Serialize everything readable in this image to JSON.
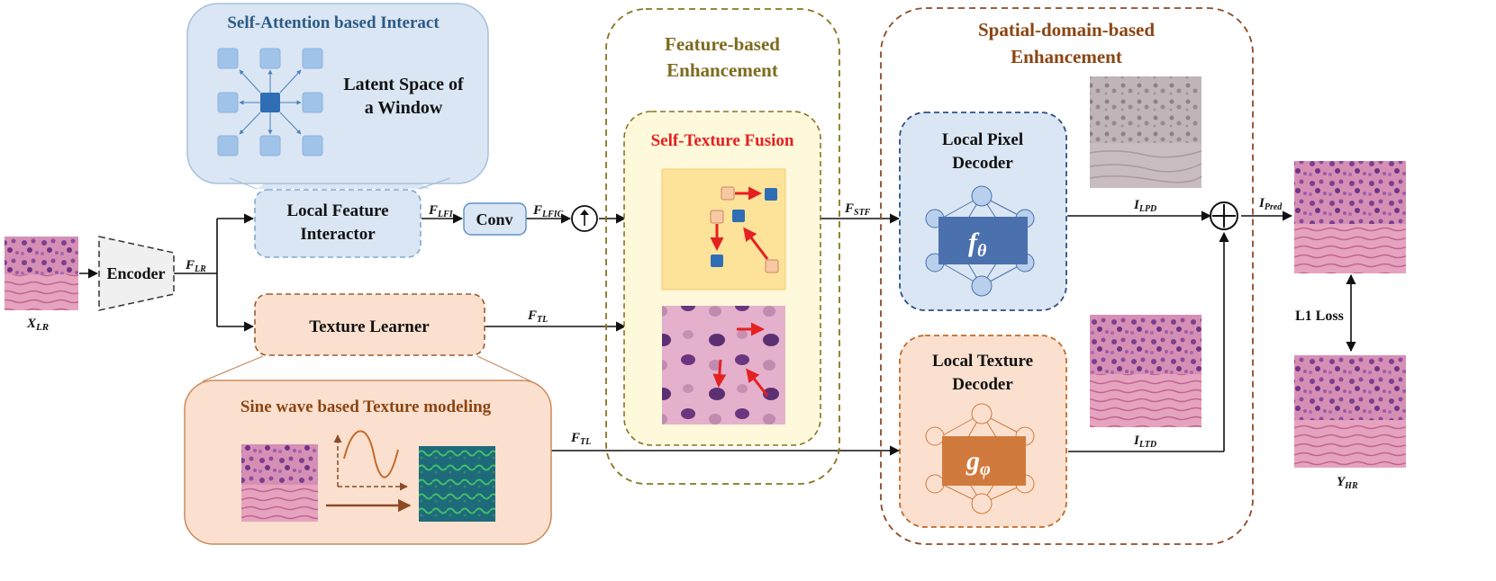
{
  "nodes": {
    "encoder": "Encoder",
    "local_feature_interactor": [
      "Local Feature",
      "Interactor"
    ],
    "conv": "Conv",
    "texture_learner": "Texture Learner",
    "local_pixel_decoder": [
      "Local Pixel",
      "Decoder"
    ],
    "local_texture_decoder": [
      "Local Texture",
      "Decoder"
    ],
    "f_theta": "f",
    "f_theta_sub": "θ",
    "g_phi": "g",
    "g_phi_sub": "φ"
  },
  "panels": {
    "self_attention": "Self-Attention based Interact",
    "latent_space": [
      "Latent Space of",
      "a Window"
    ],
    "sine_wave": "Sine wave based Texture modeling",
    "feature_enhancement": [
      "Feature-based",
      "Enhancement"
    ],
    "self_texture_fusion": "Self-Texture Fusion",
    "spatial_enhancement": [
      "Spatial-domain-based",
      "Enhancement"
    ]
  },
  "labels": {
    "x_lr": "X",
    "x_lr_sub": "LR",
    "f_lr": "F",
    "f_lr_sub": "LR",
    "f_lfi": "F",
    "f_lfi_sub": "LFI",
    "f_lfic": "F",
    "f_lfic_sub": "LFIC",
    "f_tl": "F",
    "f_tl_sub": "TL",
    "f_tl2": "F",
    "f_tl2_sub": "TL",
    "f_stf": "F",
    "f_stf_sub": "STF",
    "i_lpd": "I",
    "i_lpd_sub": "LPD",
    "i_ltd": "I",
    "i_ltd_sub": "LTD",
    "i_pred": "I",
    "i_pred_sub": "Pred",
    "y_hr": "Y",
    "y_hr_sub": "HR",
    "l1_loss": "L1 Loss"
  },
  "colors": {
    "blue_fill": "#dae6f3",
    "blue_stroke": "#7fa8d6",
    "peach_fill": "#fbe0cf",
    "peach_stroke": "#b0703a",
    "olive_dash": "#8c7320",
    "brown_dash": "#8b4a26",
    "title_blue": "#2e5a86",
    "title_olive": "#7d6b1e",
    "title_brown": "#8b4513",
    "red": "#e52020",
    "decoder_blue": "#4a70ad",
    "decoder_orange": "#d17a3d"
  }
}
